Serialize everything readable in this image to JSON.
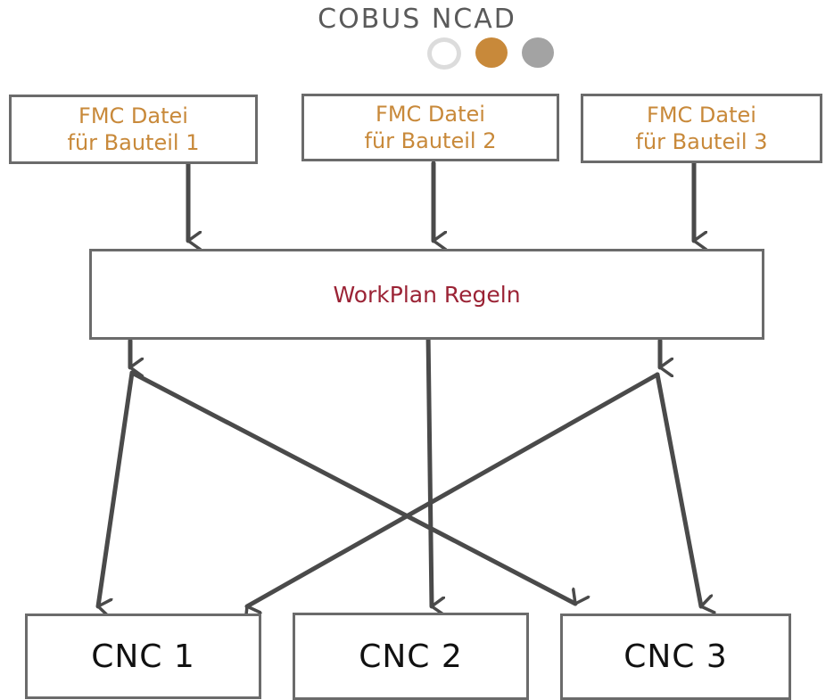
{
  "diagram": {
    "title": "COBUS NCAD",
    "logo_dots": [
      {
        "name": "logo-dot-light",
        "color": "#dcdcdc",
        "style": "ring"
      },
      {
        "name": "logo-dot-orange",
        "color": "#c8893a",
        "style": "filled"
      },
      {
        "name": "logo-dot-gray",
        "color": "#a3a3a3",
        "style": "filled"
      }
    ],
    "sources": [
      {
        "line1": "FMC Datei",
        "line2": "für Bauteil 1"
      },
      {
        "line1": "FMC Datei",
        "line2": "für Bauteil 2"
      },
      {
        "line1": "FMC Datei",
        "line2": "für Bauteil 3"
      }
    ],
    "rules": {
      "label": "WorkPlan Regeln"
    },
    "machines": [
      {
        "label": "CNC 1"
      },
      {
        "label": "CNC 2"
      },
      {
        "label": "CNC 3"
      }
    ],
    "colors": {
      "source_text": "#c8893a",
      "rules_text": "#9b2335",
      "machine_text": "#111111",
      "title_text": "#5a5a5a",
      "arrow": "#4a4a4a",
      "border": "#6b6b6b"
    }
  }
}
